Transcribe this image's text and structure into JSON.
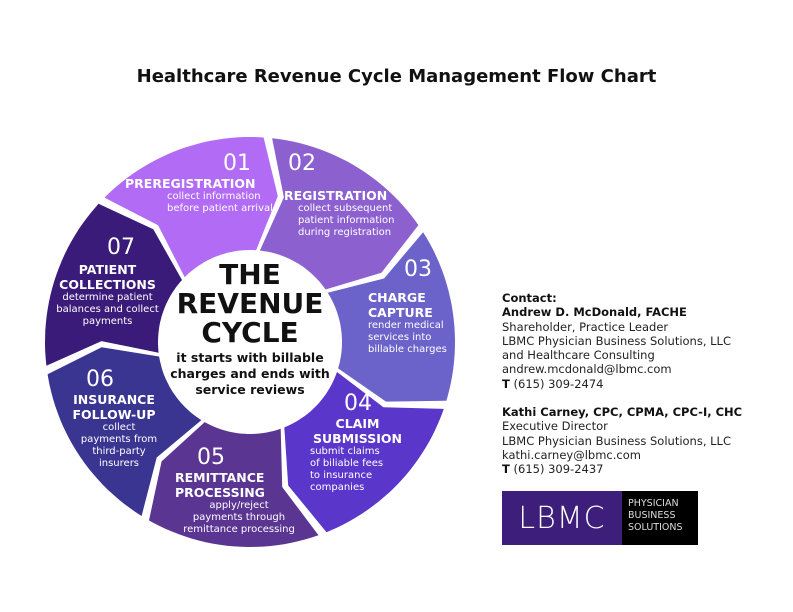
{
  "title": "Healthcare Revenue Cycle Management Flow Chart",
  "center": {
    "line1": "THE",
    "line2": "REVENUE",
    "line3": "CYCLE",
    "sub": "it starts with billable charges and ends with service reviews"
  },
  "segments": [
    {
      "num": "01",
      "head": "PREREGISTRATION",
      "desc": "collect information before patient arrival",
      "color": "#b26bf4"
    },
    {
      "num": "02",
      "head": "REGISTRATION",
      "desc": "collect subsequent patient information during registration",
      "color": "#8c61cf"
    },
    {
      "num": "03",
      "head": "CHARGE CAPTURE",
      "desc": "render medical services into billable charges",
      "color": "#6b63c9"
    },
    {
      "num": "04",
      "head": "CLAIM SUBMISSION",
      "desc": "submit claims of biliable fees to insurance companies",
      "color": "#5b36ca"
    },
    {
      "num": "05",
      "head": "REMITTANCE PROCESSING",
      "desc": "apply/reject payments through remittance processing",
      "color": "#5a3592"
    },
    {
      "num": "06",
      "head": "INSURANCE FOLLOW-UP",
      "desc": "collect payments from third-party insurers",
      "color": "#3b3592"
    },
    {
      "num": "07",
      "head": "PATIENT COLLECTIONS",
      "desc": "determine patient balances and collect payments",
      "color": "#3a1b79"
    }
  ],
  "contact": {
    "label": "Contact:",
    "p1": {
      "name": "Andrew D. McDonald, FACHE",
      "lines": [
        "Shareholder, Practice Leader",
        "LBMC Physician Business Solutions, LLC",
        "and Healthcare Consulting",
        "andrew.mcdonald@lbmc.com"
      ],
      "phone_label": "T",
      "phone": "(615) 309-2474"
    },
    "p2": {
      "name": "Kathi Carney, CPC, CPMA, CPC-I, CHC",
      "lines": [
        "Executive Director",
        "LBMC Physician Business Solutions, LLC",
        "kathi.carney@lbmc.com"
      ],
      "phone_label": "T",
      "phone": "(615) 309-2437"
    }
  },
  "logo": {
    "main": "LBMC",
    "sub1": "PHYSICIAN",
    "sub2": "BUSINESS",
    "sub3": "SOLUTIONS"
  }
}
